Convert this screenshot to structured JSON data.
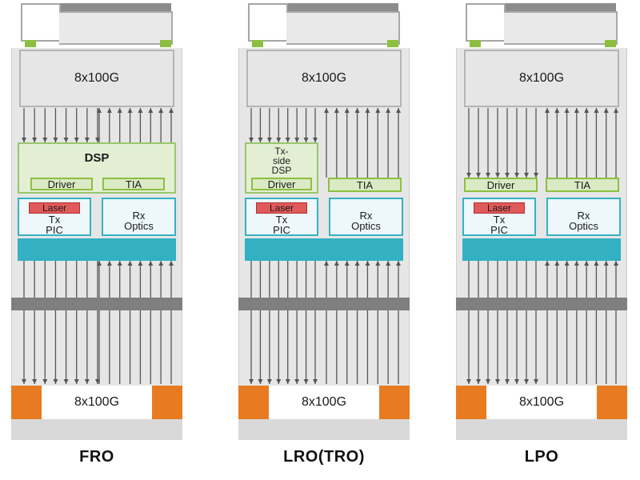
{
  "colors": {
    "module_gray": "#e6e6e6",
    "green": "#8cbf3f",
    "teal": "#33b0c1",
    "orange": "#e87b21",
    "laser_red": "#e15a5a",
    "arrow": "#555555"
  },
  "modules": [
    {
      "label": "FRO",
      "top_connector": "8x100G",
      "bottom_connector": "8x100G",
      "dsp_text": "DSP",
      "driver": "Driver",
      "tia": "TIA",
      "laser": "Laser",
      "tx_pic": "Tx\nPIC",
      "rx_optics": "Rx\nOptics"
    },
    {
      "label": "LRO(TRO)",
      "top_connector": "8x100G",
      "bottom_connector": "8x100G",
      "dsp_text": "Tx-\nside\nDSP",
      "driver": "Driver",
      "tia": "TIA",
      "laser": "Laser",
      "tx_pic": "Tx\nPIC",
      "rx_optics": "Rx\nOptics"
    },
    {
      "label": "LPO",
      "top_connector": "8x100G",
      "bottom_connector": "8x100G",
      "driver": "Driver",
      "tia": "TIA",
      "laser": "Laser",
      "tx_pic": "Tx\nPIC",
      "rx_optics": "Rx\nOptics"
    }
  ]
}
